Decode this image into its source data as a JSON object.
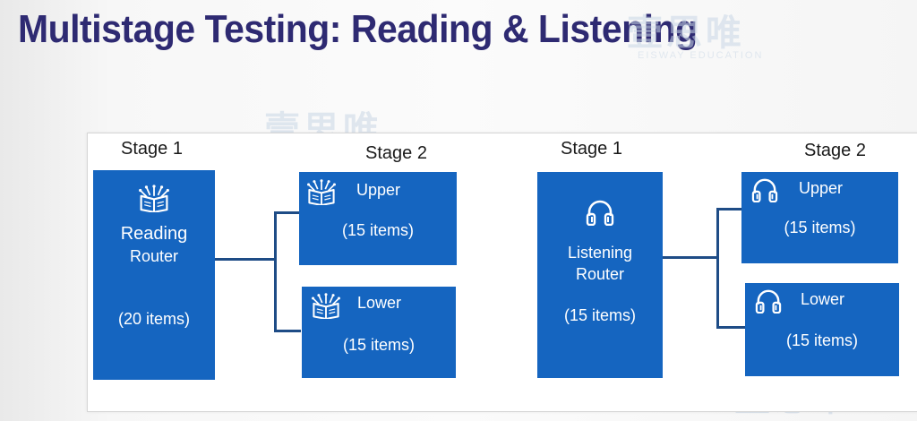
{
  "title": "Multistage Testing: Reading & Listening",
  "watermark": {
    "brand": "壹思唯",
    "brand_en": "EISWAY EDUCATION"
  },
  "reading": {
    "stage1_label": "Stage 1",
    "stage2_label": "Stage 2",
    "router": {
      "line1": "Reading",
      "line2": "Router",
      "items": "(20 items)",
      "icon": "book-icon"
    },
    "upper": {
      "label": "Upper",
      "items": "(15 items)",
      "icon": "book-icon"
    },
    "lower": {
      "label": "Lower",
      "items": "(15 items)",
      "icon": "book-icon"
    }
  },
  "listening": {
    "stage1_label": "Stage 1",
    "stage2_label": "Stage 2",
    "router": {
      "line1": "Listening",
      "line2": "Router",
      "items": "(15 items)",
      "icon": "headphones-icon"
    },
    "upper": {
      "label": "Upper",
      "items": "(15 items)",
      "icon": "headphones-icon"
    },
    "lower": {
      "label": "Lower",
      "items": "(15 items)",
      "icon": "headphones-icon"
    }
  },
  "colors": {
    "title": "#2e2a72",
    "box": "#1565c0",
    "connector": "#1e4c86"
  }
}
